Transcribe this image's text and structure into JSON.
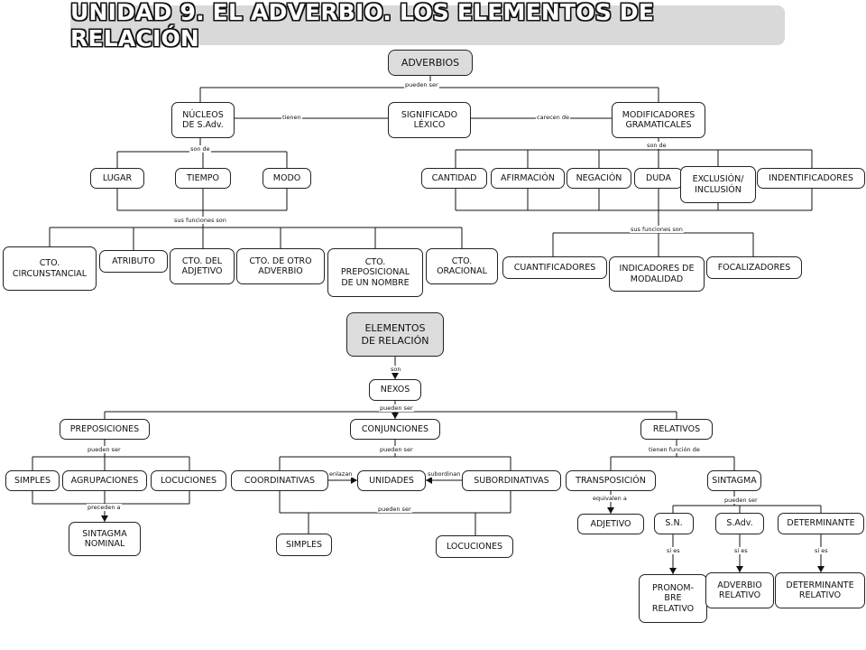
{
  "title": "UNIDAD 9. EL ADVERBIO. LOS ELEMENTOS DE RELACIÓN",
  "adverbios": {
    "root": "ADVERBIOS",
    "pueden_ser": "pueden ser",
    "nucleos": "NÚCLEOS\nDE S.Adv.",
    "tienen": "tienen",
    "significado": "SIGNIFICADO\nLÉXICO",
    "carecen_de": "carecen de",
    "modificadores": "MODIFICADORES\nGRAMATICALES",
    "son_de_left": "son de",
    "son_de_right": "son de",
    "lugar": "LUGAR",
    "tiempo": "TIEMPO",
    "modo": "MODO",
    "cantidad": "CANTIDAD",
    "afirmacion": "AFIRMACIÓN",
    "negacion": "NEGACIÓN",
    "duda": "DUDA",
    "exclusion": "EXCLUSIÓN/\nINCLUSIÓN",
    "indentificadores": "INDENTIFICADORES",
    "funciones_left": "sus funciones son",
    "funciones_right": "sus funciones son",
    "cto_circunstancial": "CTO.\nCIRCUNSTANCIAL",
    "atributo": "ATRIBUTO",
    "cto_adjetivo": "CTO. DEL\nADJETIVO",
    "cto_adverbio": "CTO. DE OTRO\nADVERBIO",
    "cto_preposicional": "CTO.\nPREPOSICIONAL\nDE UN NOMBRE",
    "cto_oracional": "CTO.\nORACIONAL",
    "cuantificadores": "CUANTIFICADORES",
    "indicadores": "INDICADORES DE\nMODALIDAD",
    "focalizadores": "FOCALIZADORES"
  },
  "relacion": {
    "root": "ELEMENTOS\nDE RELACIÓN",
    "son": "son",
    "nexos": "NEXOS",
    "pueden_ser": "pueden ser",
    "preposiciones": "PREPOSICIONES",
    "conjunciones": "CONJUNCIONES",
    "relativos": "RELATIVOS",
    "prep_pueden_ser": "pueden ser",
    "conj_pueden_ser": "pueden ser",
    "tienen_funcion": "tienen función de",
    "simples": "SIMPLES",
    "agrupaciones": "AGRUPACIONES",
    "locuciones": "LOCUCIONES",
    "coordinativas": "COORDINATIVAS",
    "enlazan": "enlazan",
    "unidades": "UNIDADES",
    "subordinan": "subordinan",
    "subordinativas": "SUBORDINATIVAS",
    "transposicion": "TRANSPOSICIÓN",
    "sintagma": "SINTAGMA",
    "preceden_a": "preceden a",
    "sintagma_nominal": "SINTAGMA\nNOMINAL",
    "conj_pueden_ser_2": "pueden ser",
    "conj_simples": "SIMPLES",
    "conj_locuciones": "LOCUCIONES",
    "equivalen_a": "equivalen a",
    "adjetivo": "ADJETIVO",
    "sint_pueden_ser": "pueden ser",
    "sn": "S.N.",
    "sadv": "S.Adv.",
    "determinante": "DETERMINANTE",
    "si_es_1": "si es",
    "si_es_2": "si es",
    "si_es_3": "si es",
    "pronombre": "PRONOM-\nBRE\nRELATIVO",
    "adverbio_relativo": "ADVERBIO\nRELATIVO",
    "determinante_relativo": "DETERMINANTE\nRELATIVO"
  }
}
